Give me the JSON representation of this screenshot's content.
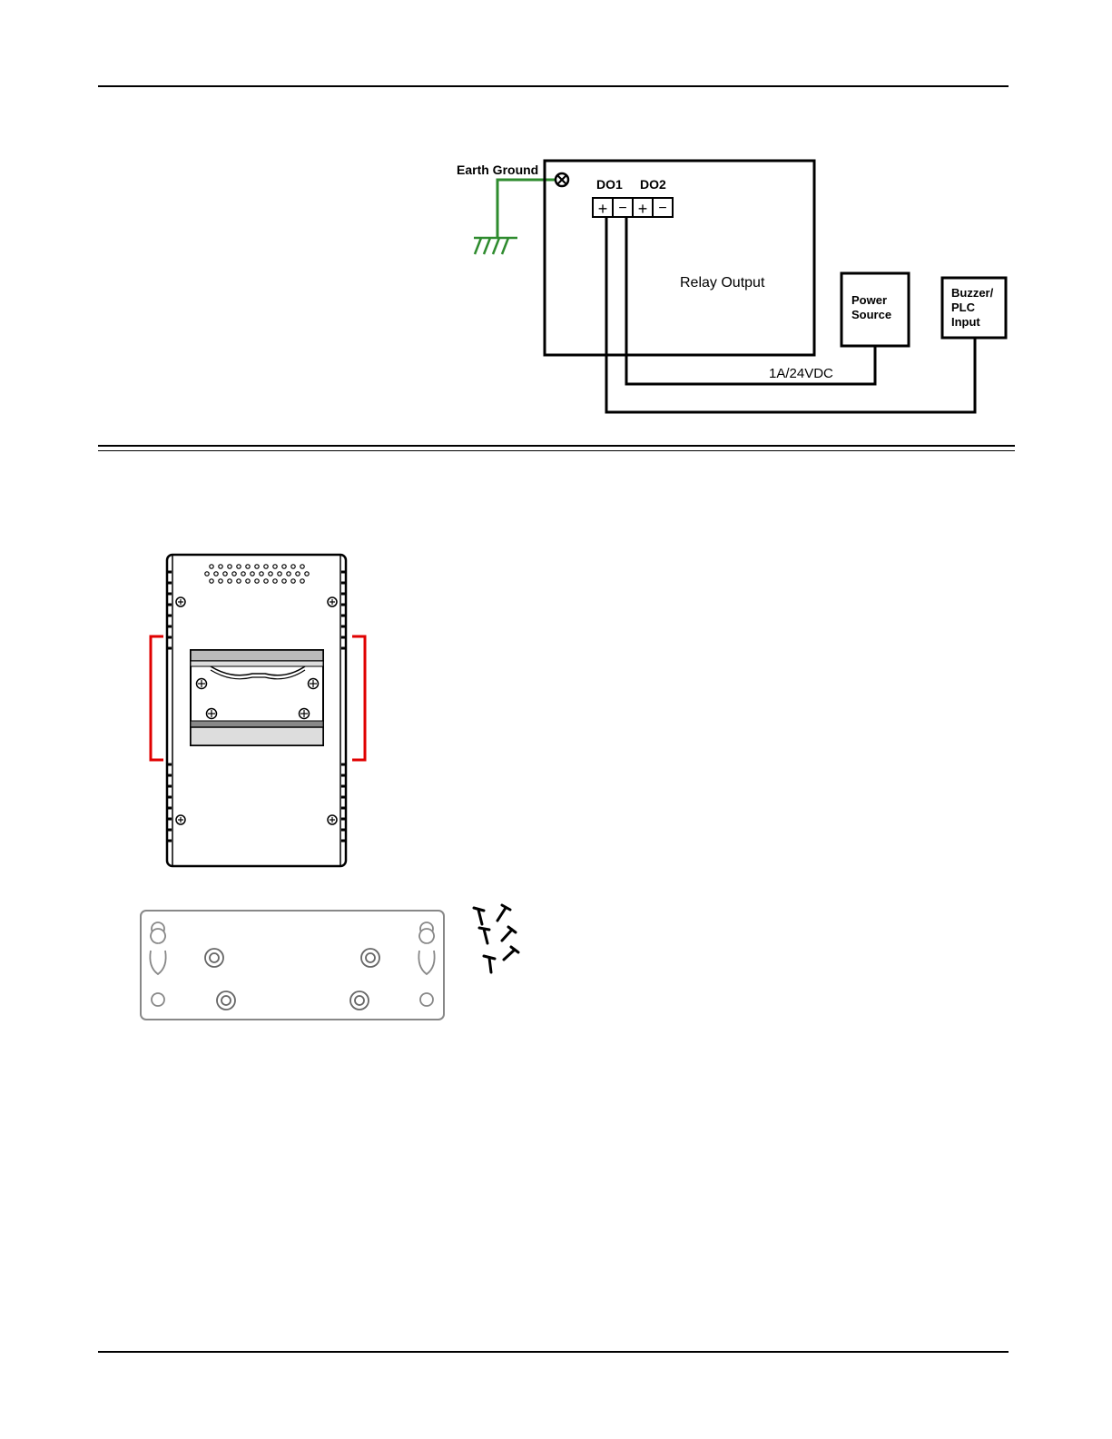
{
  "wiring": {
    "earth_ground": "Earth Ground",
    "do1": "DO1",
    "do2": "DO2",
    "plus": "+",
    "minus": "−",
    "relay_output": "Relay Output",
    "power_source": [
      "Power",
      "Source"
    ],
    "buzzer_plc": [
      "Buzzer/",
      "PLC",
      "Input"
    ],
    "rating": "1A/24VDC"
  },
  "colors": {
    "ground": "#2e8b2e",
    "bracket": "#e00000",
    "line": "#000000",
    "plate": "#888888"
  },
  "icons": {
    "earth_ground": "earth-ground-icon",
    "ground_terminal": "ground-terminal-icon",
    "switch_rear": "switch-rear-din-rail-illustration",
    "wall_plate": "wall-mount-plate-illustration",
    "screws": "screw-icon"
  }
}
